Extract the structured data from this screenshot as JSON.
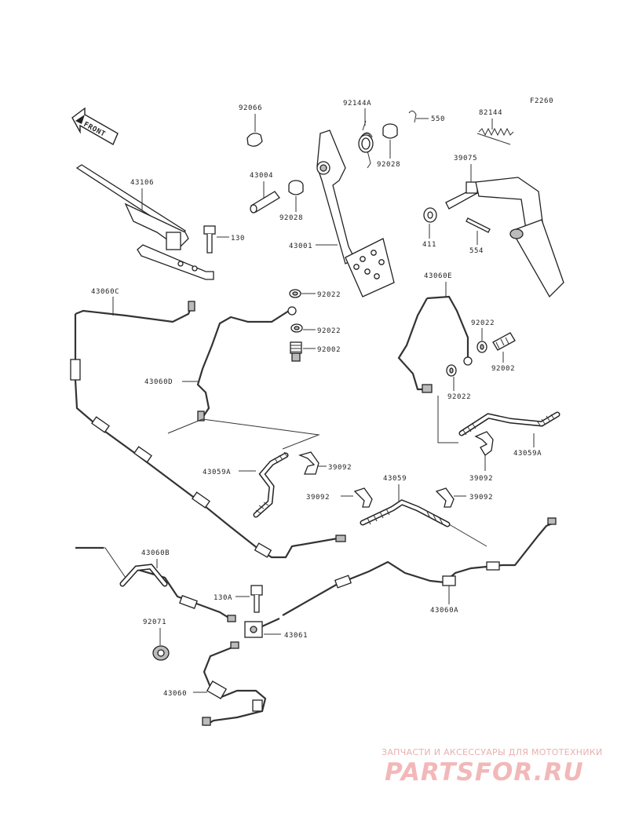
{
  "diagram": {
    "code": "F2260",
    "front_label": "FRONT",
    "labels": {
      "p92066": "92066",
      "p92144A": "92144A",
      "p550": "550",
      "p82144": "82144",
      "p43106": "43106",
      "p43004": "43004",
      "p92028a": "92028",
      "p92028b": "92028",
      "p39075": "39075",
      "p130": "130",
      "p43001": "43001",
      "p411": "411",
      "p554": "554",
      "p43060C": "43060C",
      "p92022a": "92022",
      "p92022b": "92022",
      "p92002a": "92002",
      "p43060E": "43060E",
      "p92022c": "92022",
      "p92002b": "92002",
      "p92022d": "92022",
      "p43060D": "43060D",
      "p43059Aa": "43059A",
      "p39092a": "39092",
      "p43059Ab": "43059A",
      "p39092b": "39092",
      "p43059": "43059",
      "p39092c": "39092",
      "p39092d": "39092",
      "p43060B": "43060B",
      "p130A": "130A",
      "p43060A": "43060A",
      "p92071": "92071",
      "p43061": "43061",
      "p43060": "43060"
    }
  },
  "watermark": {
    "subtitle": "ЗАПЧАСТИ И АКСЕССУАРЫ ДЛЯ МОТОТЕХНИКИ",
    "logo": "PARTSFOR.RU",
    "color": "#f2b8b8"
  }
}
